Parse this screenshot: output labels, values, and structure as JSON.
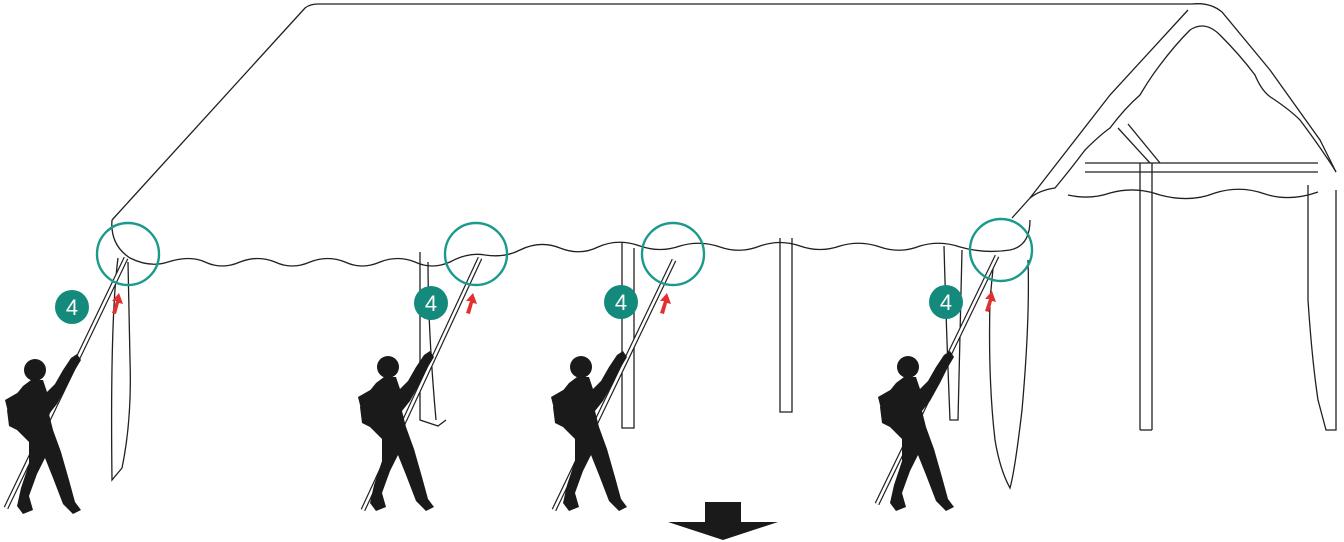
{
  "diagram": {
    "step_number": "4",
    "colors": {
      "outline": "#231f20",
      "figure": "#1a1a1a",
      "highlight_ring": "#1a9a8a",
      "step_badge": "#138a7b",
      "lift_arrow": "#e03030",
      "next_arrow": "#1a1a1a",
      "background": "#ffffff"
    },
    "icons": [
      "person-lifting-pole-icon",
      "up-arrow-icon",
      "down-arrow-icon",
      "step-badge-icon"
    ],
    "stations": [
      {
        "id": "station-1",
        "badge": "4"
      },
      {
        "id": "station-2",
        "badge": "4"
      },
      {
        "id": "station-3",
        "badge": "4"
      },
      {
        "id": "station-4",
        "badge": "4"
      }
    ]
  }
}
